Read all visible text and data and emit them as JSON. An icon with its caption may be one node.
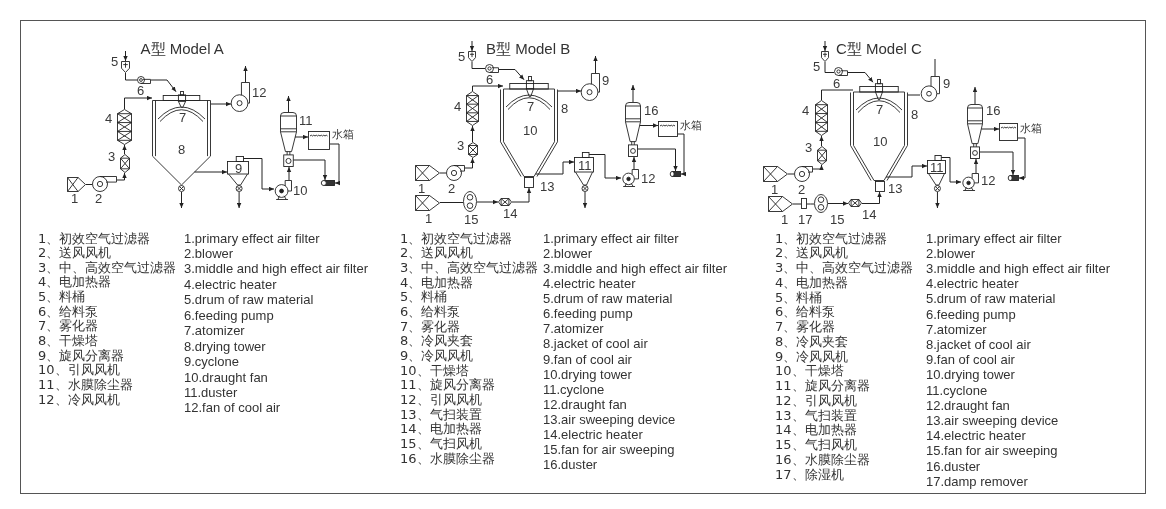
{
  "diagram": {
    "nodes": [
      {
        "text": [],
        "shape": "picture",
        "beside": [
          "1"
        ]
      },
      {
        "text": [],
        "shape": "picture",
        "beside": [
          "2"
        ]
      },
      {
        "text": [],
        "shape": "picture",
        "beside": [
          "3"
        ]
      },
      {
        "text": [],
        "shape": "picture",
        "beside": [
          "4"
        ]
      },
      {
        "text": [],
        "shape": "picture",
        "beside": [
          "5"
        ]
      },
      {
        "text": [],
        "shape": "picture",
        "beside": [
          "6"
        ]
      },
      {
        "text": [],
        "shape": "picture",
        "beside": [
          "7"
        ]
      },
      {
        "text": [
          "8"
        ]
      },
      {
        "text": [
          "9"
        ]
      },
      {
        "text": [],
        "shape": "picture",
        "beside": [
          "10"
        ]
      },
      {
        "text": [],
        "shape": "picture",
        "beside": [
          "11"
        ]
      },
      {
        "text": [],
        "shape": "picture",
        "beside": [
          "12"
        ]
      },
      {
        "text": [
          "水箱"
        ]
      },
      {
        "text": [],
        "shape": "cylinder"
      },
      {
        "text": [],
        "shape": "picture",
        "beside": [
          "1"
        ]
      },
      {
        "text": [],
        "shape": "picture",
        "beside": [
          "1"
        ]
      },
      {
        "text": [],
        "shape": "picture",
        "beside": [
          "2"
        ]
      },
      {
        "text": [],
        "shape": "picture",
        "beside": [
          "3"
        ]
      },
      {
        "text": [],
        "shape": "picture",
        "beside": [
          "4"
        ]
      },
      {
        "text": [],
        "shape": "picture",
        "beside": [
          "5"
        ]
      },
      {
        "text": [],
        "shape": "picture",
        "beside": [
          "6"
        ]
      },
      {
        "text": [],
        "shape": "picture",
        "beside": [
          "7"
        ]
      },
      {
        "text": [],
        "shape": "picture",
        "beside": [
          "8"
        ]
      },
      {
        "text": [],
        "shape": "picture",
        "beside": [
          "9"
        ]
      },
      {
        "text": [
          "10"
        ],
        "in": 22
      },
      {
        "text": [
          "11"
        ]
      },
      {
        "text": [],
        "shape": "picture",
        "beside": [
          "12"
        ]
      },
      {
        "text": [],
        "shape": "box",
        "beside": [
          "13"
        ]
      },
      {
        "text": [],
        "shape": "picture",
        "beside": [
          "14"
        ]
      },
      {
        "text": [],
        "shape": "picture",
        "beside": [
          "15"
        ]
      },
      {
        "text": [],
        "shape": "picture",
        "beside": [
          "16"
        ]
      },
      {
        "text": [
          "水箱"
        ]
      },
      {
        "text": [],
        "shape": "cylinder"
      },
      {
        "text": [],
        "shape": "picture",
        "beside": [
          "1"
        ]
      },
      {
        "text": [],
        "shape": "picture",
        "beside": [
          "1"
        ]
      },
      {
        "text": [],
        "shape": "picture",
        "beside": [
          "2"
        ]
      },
      {
        "text": [],
        "shape": "picture",
        "beside": [
          "3"
        ]
      },
      {
        "text": [],
        "shape": "picture",
        "beside": [
          "4"
        ]
      },
      {
        "text": [],
        "shape": "picture",
        "beside": [
          "5"
        ]
      },
      {
        "text": [],
        "shape": "picture",
        "beside": [
          "6"
        ]
      },
      {
        "text": [],
        "shape": "picture",
        "beside": [
          "7"
        ]
      },
      {
        "text": [],
        "shape": "picture",
        "beside": [
          "8"
        ]
      },
      {
        "text": [],
        "shape": "picture",
        "beside": [
          "9"
        ]
      },
      {
        "text": [
          "10"
        ],
        "in": 41
      },
      {
        "text": [
          "11"
        ]
      },
      {
        "text": [],
        "shape": "picture",
        "beside": [
          "12"
        ]
      },
      {
        "text": [],
        "shape": "box",
        "beside": [
          "13"
        ]
      },
      {
        "text": [],
        "shape": "picture",
        "beside": [
          "14"
        ]
      },
      {
        "text": [],
        "shape": "picture",
        "beside": [
          "15"
        ]
      },
      {
        "text": [],
        "shape": "picture",
        "beside": [
          "16"
        ]
      },
      {
        "text": [],
        "shape": "box",
        "beside": [
          "17"
        ]
      },
      {
        "text": [
          "水箱"
        ]
      },
      {
        "text": [],
        "shape": "cylinder"
      }
    ],
    "edges": [
      {
        "from": 0,
        "to": 1,
        "arrow": "none"
      },
      {
        "from": 1,
        "to": 2,
        "arrow": "to"
      },
      {
        "from": 2,
        "to": 3,
        "arrow": "to"
      },
      {
        "from": 3,
        "to": 7,
        "arrow": "to"
      },
      {
        "from": null,
        "to": 4,
        "arrow": "to"
      },
      {
        "from": 4,
        "to": 5,
        "arrow": "none"
      },
      {
        "from": 5,
        "to": 6,
        "arrow": "to"
      },
      {
        "from": 7,
        "to": 11,
        "arrow": "to"
      },
      {
        "from": 11,
        "to": null,
        "arrow": "to"
      },
      {
        "from": 7,
        "to": 8,
        "arrow": "to"
      },
      {
        "from": 7,
        "to": null,
        "arrow": "to"
      },
      {
        "from": 8,
        "to": null,
        "arrow": "to"
      },
      {
        "from": 8,
        "to": 9,
        "arrow": "to"
      },
      {
        "from": 9,
        "to": 10,
        "arrow": "to"
      },
      {
        "from": 10,
        "to": null,
        "arrow": "to"
      },
      {
        "from": 10,
        "to": 12,
        "arrow": "to"
      },
      {
        "from": 10,
        "to": 13,
        "arrow": "to"
      },
      {
        "from": 12,
        "to": 13,
        "arrow": "to"
      },
      {
        "from": 14,
        "to": 16,
        "arrow": "none"
      },
      {
        "from": 16,
        "to": 17,
        "arrow": "to"
      },
      {
        "from": 17,
        "to": 18,
        "arrow": "to"
      },
      {
        "from": 18,
        "to": 24,
        "arrow": "to"
      },
      {
        "from": null,
        "to": 19,
        "arrow": "to"
      },
      {
        "from": 19,
        "to": 20,
        "arrow": "none"
      },
      {
        "from": 20,
        "to": 21,
        "arrow": "to"
      },
      {
        "from": 22,
        "to": 23,
        "arrow": "to"
      },
      {
        "from": 23,
        "to": null,
        "arrow": "to"
      },
      {
        "from": 24,
        "to": 25,
        "arrow": "to"
      },
      {
        "from": 25,
        "to": null,
        "arrow": "to"
      },
      {
        "from": 25,
        "to": 26,
        "arrow": "to"
      },
      {
        "from": 26,
        "to": 30,
        "arrow": "to"
      },
      {
        "from": 30,
        "to": null,
        "arrow": "to"
      },
      {
        "from": 30,
        "to": 31,
        "arrow": "to"
      },
      {
        "from": 30,
        "to": 32,
        "arrow": "to"
      },
      {
        "from": 31,
        "to": 32,
        "arrow": "to"
      },
      {
        "from": 15,
        "to": 29,
        "arrow": "none"
      },
      {
        "from": 29,
        "to": 28,
        "arrow": "to"
      },
      {
        "from": 28,
        "to": 27,
        "arrow": "to"
      },
      {
        "from": 33,
        "to": 35,
        "arrow": "none"
      },
      {
        "from": 35,
        "to": 36,
        "arrow": "to"
      },
      {
        "from": 36,
        "to": 37,
        "arrow": "to"
      },
      {
        "from": 37,
        "to": 43,
        "arrow": "none"
      },
      {
        "from": null,
        "to": 38,
        "arrow": "to"
      },
      {
        "from": 38,
        "to": 39,
        "arrow": "none"
      },
      {
        "from": 39,
        "to": 40,
        "arrow": "to"
      },
      {
        "from": 41,
        "to": 42,
        "arrow": "none"
      },
      {
        "from": 42,
        "to": null,
        "arrow": "none"
      },
      {
        "from": 43,
        "to": 44,
        "arrow": "to"
      },
      {
        "from": 44,
        "to": null,
        "arrow": "to"
      },
      {
        "from": 44,
        "to": 45,
        "arrow": "to"
      },
      {
        "from": 45,
        "to": 49,
        "arrow": "to"
      },
      {
        "from": 49,
        "to": null,
        "arrow": "to"
      },
      {
        "from": 49,
        "to": 51,
        "arrow": "to"
      },
      {
        "from": 49,
        "to": 52,
        "arrow": "to"
      },
      {
        "from": 51,
        "to": 52,
        "arrow": "to"
      },
      {
        "from": 34,
        "to": 50,
        "arrow": "none"
      },
      {
        "from": 50,
        "to": 48,
        "arrow": "none"
      },
      {
        "from": 48,
        "to": 47,
        "arrow": "to"
      },
      {
        "from": 47,
        "to": 46,
        "arrow": "to"
      }
    ],
    "labels": [
      "A型 Model A",
      "B型 Model B",
      "C型 Model C",
      "1、初效空气过滤器",
      "2、送风风机",
      "3、中、高效空气过滤器",
      "4、电加热器",
      "5、料桶",
      "6、给料泵",
      "7、雾化器",
      "8、干燥塔",
      "9、旋风分离器",
      "10、引风风机",
      "11、水膜除尘器",
      "12、冷风风机",
      "1.primary effect air filter",
      "2.blower",
      "3.middle and high effect air filter",
      "4.electric heater",
      "5.drum of raw material",
      "6.feeding pump",
      "7.atomizer",
      "8.drying tower",
      "9.cyclone",
      "10.draught fan",
      "11.duster",
      "12.fan of cool air",
      "1、初效空气过滤器",
      "2、送风风机",
      "3、中、高效空气过滤器",
      "4、电加热器",
      "5、料桶",
      "6、给料泵",
      "7、雾化器",
      "8、冷风夹套",
      "9、冷风风机",
      "10、干燥塔",
      "11、旋风分离器",
      "12、引风风机",
      "13、气扫装置",
      "14、电加热器",
      "15、气扫风机",
      "16、水膜除尘器",
      "1.primary effect air filter",
      "2.blower",
      "3.middle and high effect air filter",
      "4.electric heater",
      "5.drum of raw material",
      "6.feeding pump",
      "7.atomizer",
      "8.jacket of cool air",
      "9.fan of cool air",
      "10.drying tower",
      "11.cyclone",
      "12.draught fan",
      "13.air sweeping device",
      "14.electric heater",
      "15.fan for air sweeping",
      "16.duster",
      "1、初效空气过滤器",
      "2、送风风机",
      "3、中、高效空气过滤器",
      "4、电加热器",
      "5、料桶",
      "6、给料泵",
      "7、雾化器",
      "8、冷风夹套",
      "9、冷风风机",
      "10、干燥塔",
      "11、旋风分离器",
      "12、引风风机",
      "13、气扫装置",
      "14、电加热器",
      "15、气扫风机",
      "16、水膜除尘器",
      "17、除湿机",
      "1.primary effect air filter",
      "2.blower",
      "3.middle and high effect air filter",
      "4.electric heater",
      "5.drum of raw material",
      "6.feeding pump",
      "7.atomizer",
      "8.jacket of cool air",
      "9.fan of cool air",
      "10.drying tower",
      "11.cyclone",
      "12.draught fan",
      "13.air sweeping device",
      "14.electric heater",
      "15.fan for air sweeping",
      "16.duster",
      "17.damp remover"
    ]
  }
}
